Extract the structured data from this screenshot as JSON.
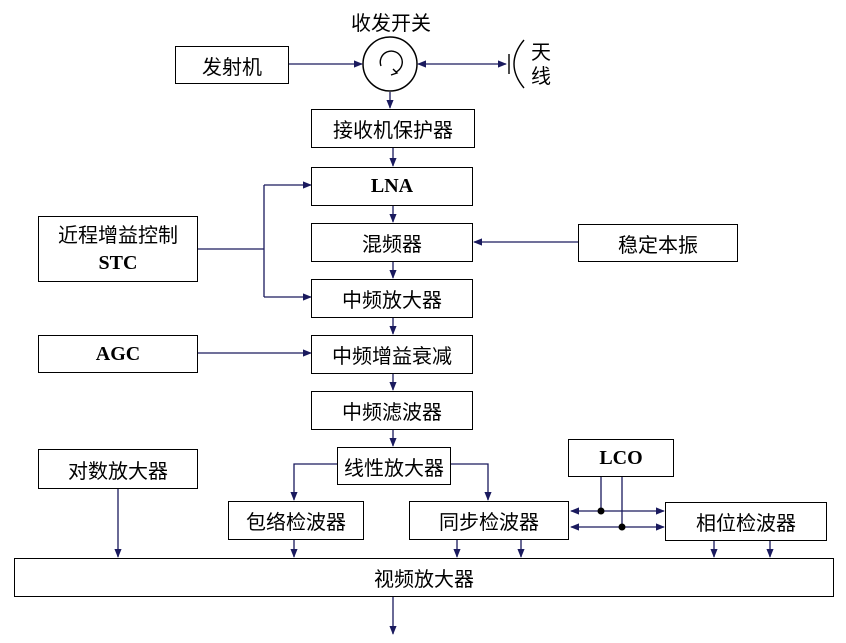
{
  "switch_label": "收发开关",
  "antenna_label": "天线",
  "blocks": {
    "transmitter": "发射机",
    "rx_protector": "接收机保护器",
    "lna": "LNA",
    "mixer": "混频器",
    "stalo": "稳定本振",
    "stc_line1": "近程增益控制",
    "stc_line2": "STC",
    "if_amp": "中频放大器",
    "agc": "AGC",
    "if_atten": "中频增益衰减",
    "if_filter": "中频滤波器",
    "log_amp": "对数放大器",
    "linear_amp": "线性放大器",
    "lco": "LCO",
    "envelope_det": "包络检波器",
    "sync_det": "同步检波器",
    "phase_det": "相位检波器",
    "video_amp": "视频放大器"
  },
  "colors": {
    "line": "#1a1a5e",
    "box_border": "#000000"
  }
}
